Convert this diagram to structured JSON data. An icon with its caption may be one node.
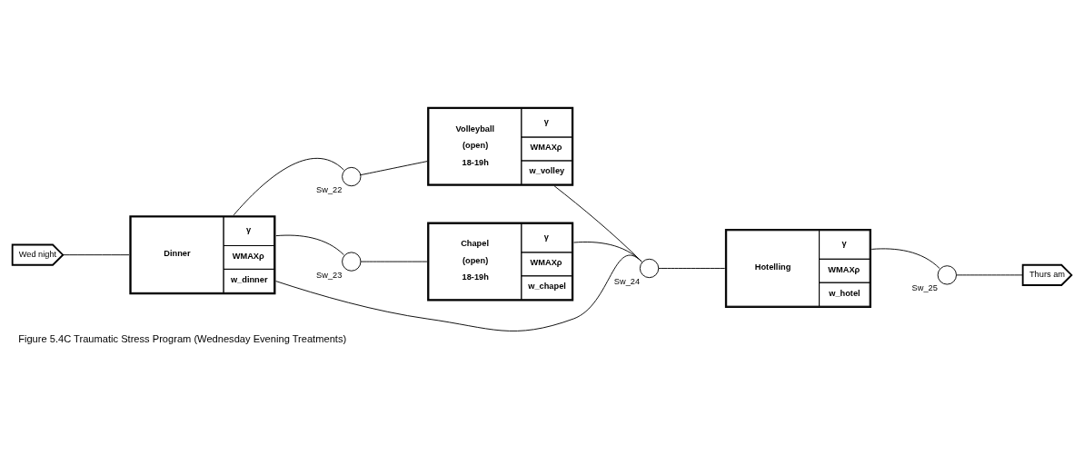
{
  "diagram": {
    "caption": "Figure 5.4C Traumatic Stress Program (Wednesday Evening Treatments)",
    "nodes": [
      {
        "text": [
          "Wed night"
        ]
      },
      {
        "text": [
          "Dinner",
          "γ",
          "WMAXρ",
          "w_dinner"
        ]
      },
      {
        "text": [],
        "shape": "circle",
        "beside": [
          "Sw_22"
        ]
      },
      {
        "text": [],
        "shape": "circle",
        "beside": [
          "Sw_23"
        ]
      },
      {
        "text": [
          "Volleyball",
          "(open)",
          "18-19h",
          "γ",
          "WMAXρ",
          "w_volley"
        ]
      },
      {
        "text": [
          "Chapel",
          "(open)",
          "18-19h",
          "γ",
          "WMAXρ",
          "w_chapel"
        ]
      },
      {
        "text": [],
        "shape": "circle",
        "beside": [
          "Sw_24"
        ]
      },
      {
        "text": [
          "Hotelling",
          "γ",
          "WMAXρ",
          "w_hotel"
        ]
      },
      {
        "text": [],
        "shape": "circle",
        "beside": [
          "Sw_25"
        ]
      },
      {
        "text": [
          "Thurs am"
        ]
      }
    ],
    "edges": [
      {
        "from": 0,
        "to": 1,
        "arrow": "none"
      },
      {
        "from": 1,
        "to": 2,
        "arrow": "none"
      },
      {
        "from": 1,
        "to": 3,
        "arrow": "none"
      },
      {
        "from": 1,
        "to": 6,
        "arrow": "none"
      },
      {
        "from": 2,
        "to": 4,
        "arrow": "none"
      },
      {
        "from": 3,
        "to": 5,
        "arrow": "none"
      },
      {
        "from": 4,
        "to": 6,
        "arrow": "none"
      },
      {
        "from": 5,
        "to": 6,
        "arrow": "none"
      },
      {
        "from": 6,
        "to": 7,
        "arrow": "none"
      },
      {
        "from": 7,
        "to": 8,
        "arrow": "none"
      },
      {
        "from": 8,
        "to": 9,
        "arrow": "none"
      }
    ]
  }
}
